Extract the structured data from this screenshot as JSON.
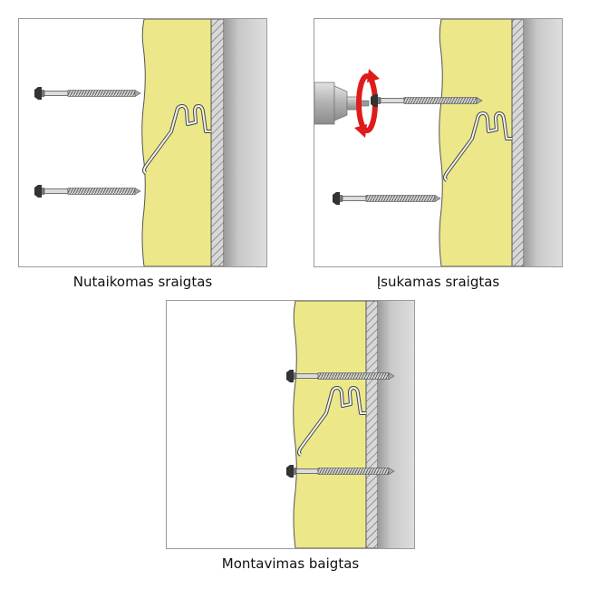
{
  "captions": {
    "step1": "Nutaikomas sraigtas",
    "step2": "Įsukamas sraigtas",
    "step3": "Montavimas baigtas"
  },
  "colors": {
    "insulation": "#ece88a",
    "wall": "#c9c9c9",
    "drill_arrow": "#e01b1b",
    "drill_body": "#b5b5b5",
    "outline": "#555555"
  },
  "icons": [
    "screw-icon",
    "drill-icon",
    "rotation-arrow-icon",
    "bracket-icon"
  ]
}
